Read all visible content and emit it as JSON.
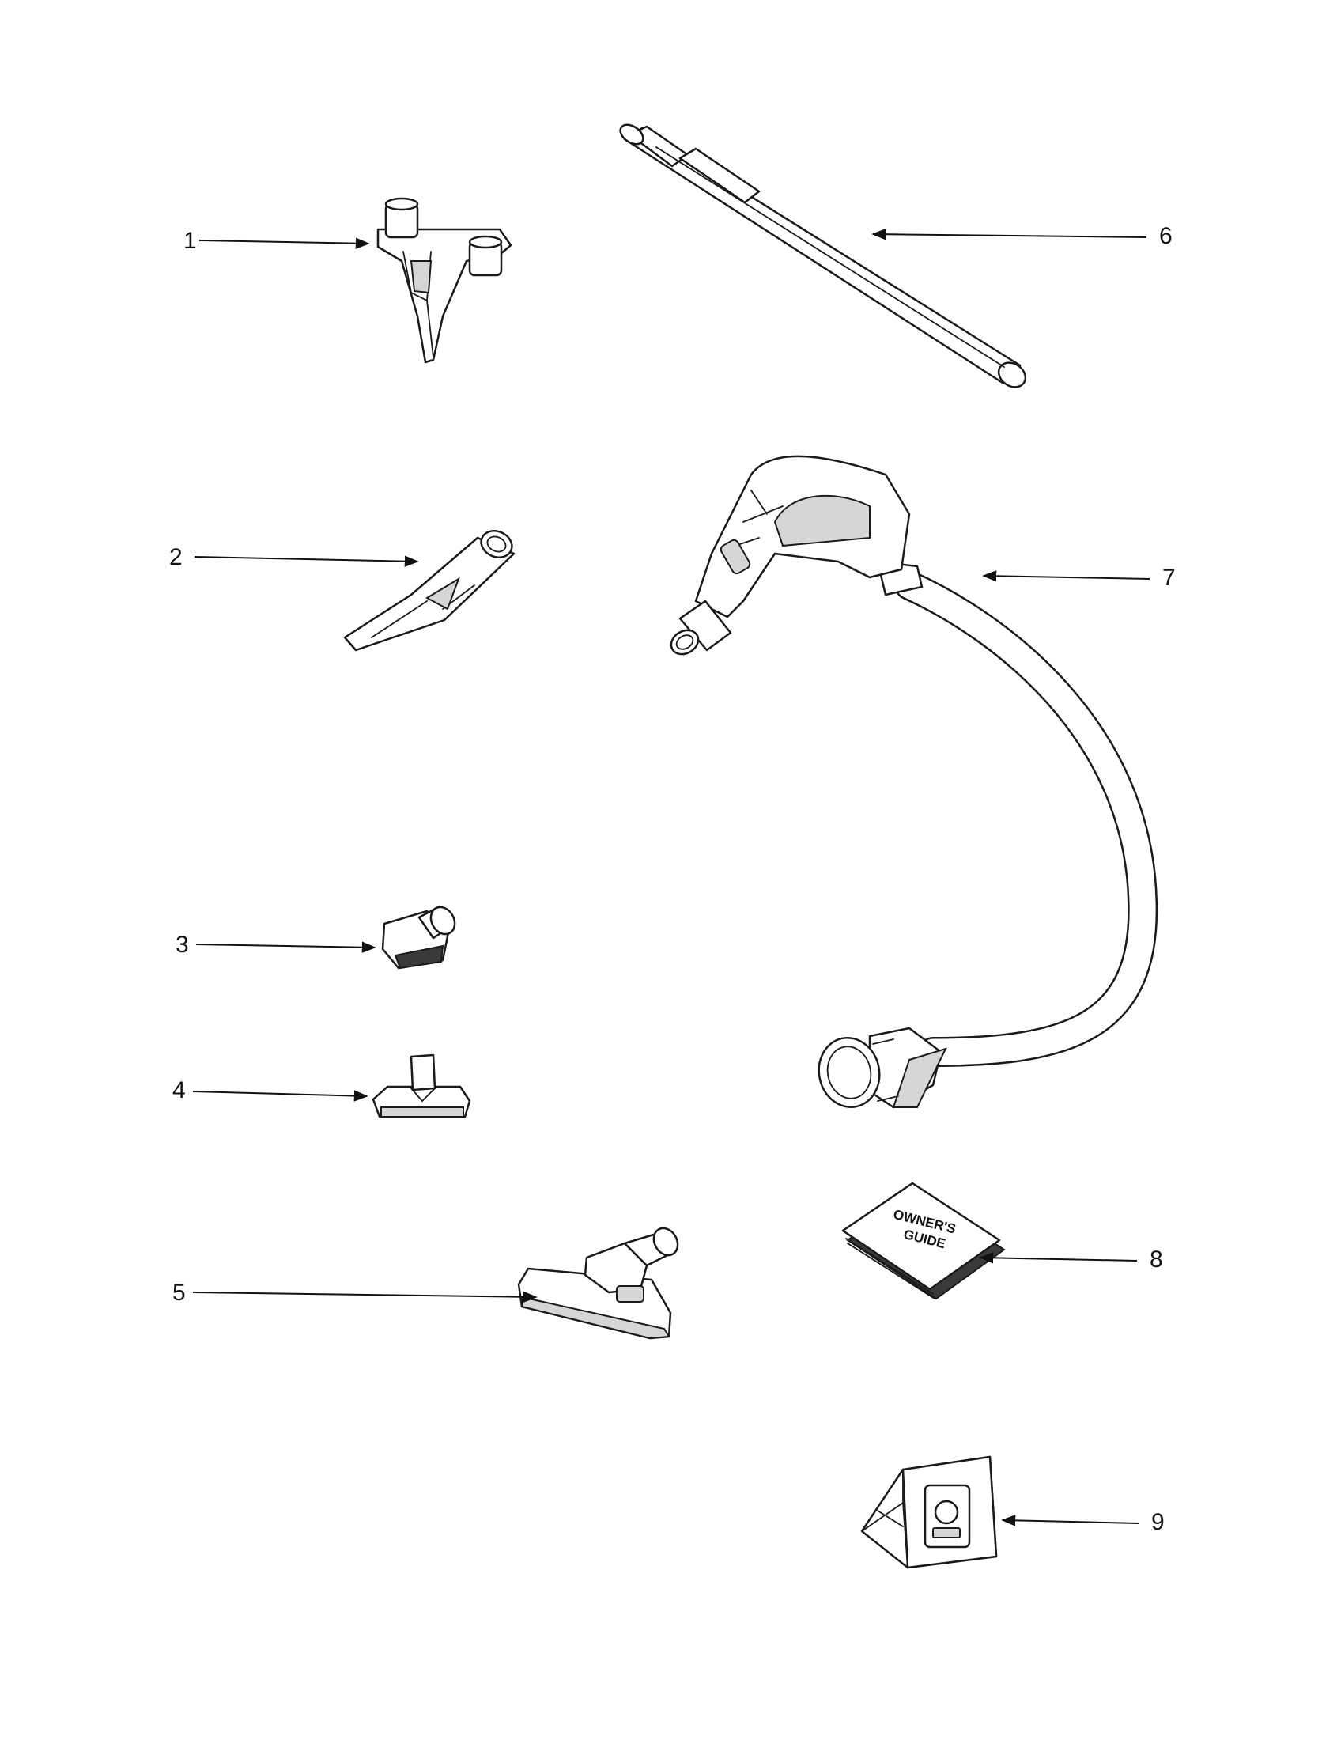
{
  "callouts": {
    "c1": "1",
    "c2": "2",
    "c3": "3",
    "c4": "4",
    "c5": "5",
    "c6": "6",
    "c7": "7",
    "c8": "8",
    "c9": "9"
  },
  "book": {
    "line1": "OWNER'S",
    "line2": "GUIDE"
  }
}
